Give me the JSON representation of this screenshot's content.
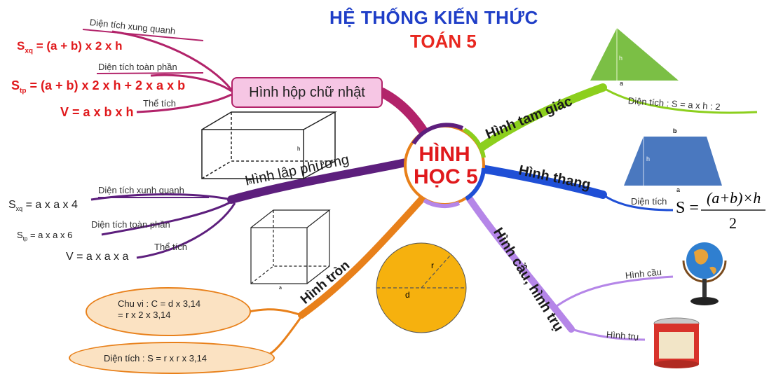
{
  "title": {
    "line1": "HỆ THỐNG KIẾN THỨC",
    "line2": "TOÁN 5"
  },
  "colors": {
    "title_blue": "#1f3ec7",
    "title_red": "#e0191c",
    "pink": "#b2236a",
    "purple": "#5d1f7d",
    "orange": "#e8801a",
    "green": "#8ccf1d",
    "blue": "#1f4fd6",
    "lilac": "#b586e8"
  },
  "center": {
    "line1": "HÌNH",
    "line2": "HỌC 5"
  },
  "cuboid": {
    "label": "Hình hộp chữ nhật",
    "lateral_label": "Diện tích xung quanh",
    "lateral_prefix": "S",
    "lateral_sub": "xq",
    "lateral_formula": " = (a + b) x 2 x h",
    "total_label": "Diện tích toàn phần",
    "total_prefix": "S",
    "total_sub": "tp",
    "total_formula": " = (a + b) x 2 x h + 2 x a x b",
    "volume_label": "Thể tích",
    "volume_formula": "V = a x b x h",
    "dim_h": "h",
    "dim_a": "a"
  },
  "cube": {
    "label": "Hình lập phương",
    "lateral_label": "Diện tích xunh quanh",
    "lateral_prefix": "S",
    "lateral_sub": "xq",
    "lateral_formula": " = a x a x 4",
    "total_label": "Diện tích toàn phần",
    "total_prefix": "S",
    "total_sub": "tp",
    "total_formula": " = a x a x 6",
    "volume_label": "Thể tích",
    "volume_formula": "V = a x a x a",
    "dim_a": "a"
  },
  "circle": {
    "label": "Hình tròn",
    "perimeter_line1": "Chu vi : C = d x 3,14",
    "perimeter_line2": "= r x 2 x 3,14",
    "area": "Diện tích : S = r x r x 3,14",
    "radius_label": "r",
    "diameter_label": "d"
  },
  "triangle": {
    "label": "Hình tam giác",
    "area": "Diện tích : S = a x h : 2",
    "dim_h": "h",
    "dim_a": "a"
  },
  "trapezoid": {
    "label": "Hình thang",
    "area_label": "Diện tích",
    "formula_s": "S =",
    "formula_num": "(a+b)×h",
    "formula_den": "2",
    "dim_b": "b",
    "dim_h": "h",
    "dim_a": "a"
  },
  "sphere_cylinder": {
    "label": "Hình cầu, hình trụ",
    "sphere": "Hình cầu",
    "cylinder": "Hình trụ"
  }
}
